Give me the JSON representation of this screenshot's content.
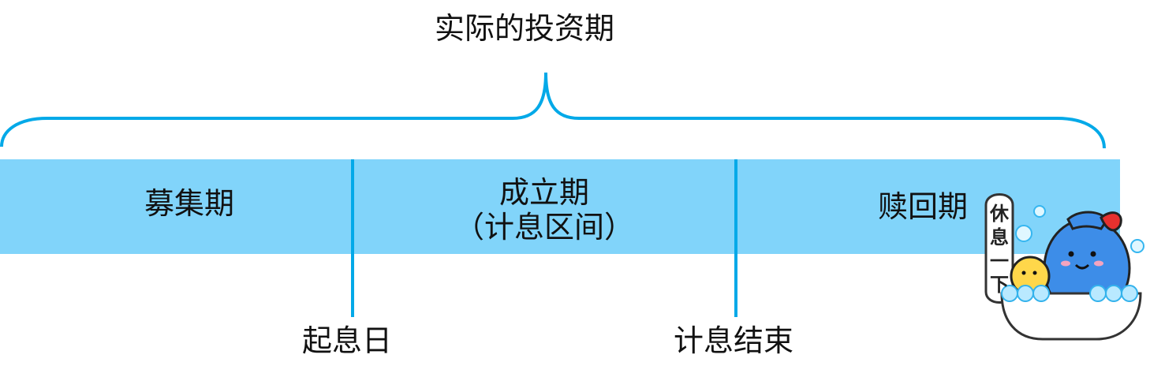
{
  "title": "实际的投资期",
  "phases": [
    {
      "name": "募集期"
    },
    {
      "name": "成立期",
      "subtitle": "（计息区间）"
    },
    {
      "name": "赎回期"
    }
  ],
  "markers": [
    {
      "label": "起息日"
    },
    {
      "label": "计息结束"
    }
  ],
  "sticker": {
    "chars": [
      "休",
      "息",
      "一",
      "下"
    ]
  },
  "colors": {
    "band": "#81D4FA",
    "accent": "#03A9E8"
  }
}
